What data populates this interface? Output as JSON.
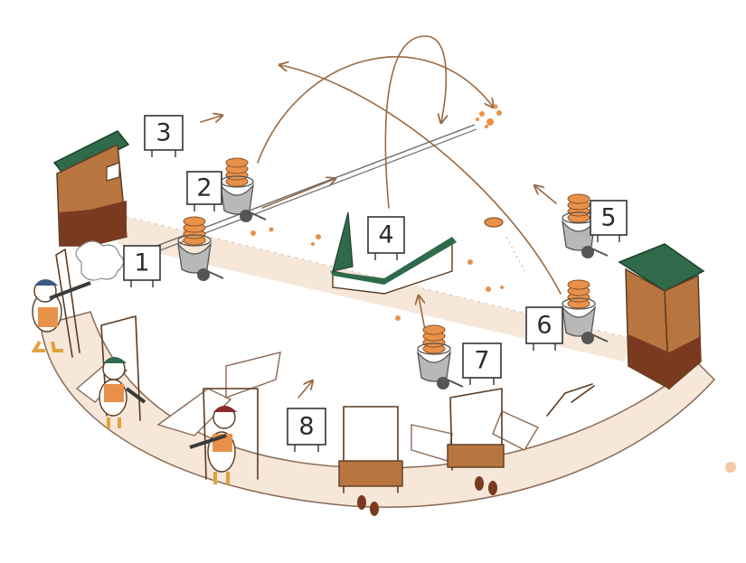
{
  "stations": [
    {
      "number": "1"
    },
    {
      "number": "2"
    },
    {
      "number": "3"
    },
    {
      "number": "4"
    },
    {
      "number": "5"
    },
    {
      "number": "6"
    },
    {
      "number": "7"
    },
    {
      "number": "8"
    }
  ],
  "colors": {
    "path": "#f6e7d8",
    "path_outline": "#8a6a55",
    "wood": "#b8753f",
    "wood_dark": "#7a3a1f",
    "roof": "#2f6b4a",
    "clay_target": "#e8914a",
    "sign": "#ffffff"
  },
  "icons": [
    "trap-house-icon",
    "clay-thrower-icon",
    "shooter-duck-icon",
    "shooting-stand-icon",
    "clay-target-icon",
    "footprints-icon"
  ]
}
